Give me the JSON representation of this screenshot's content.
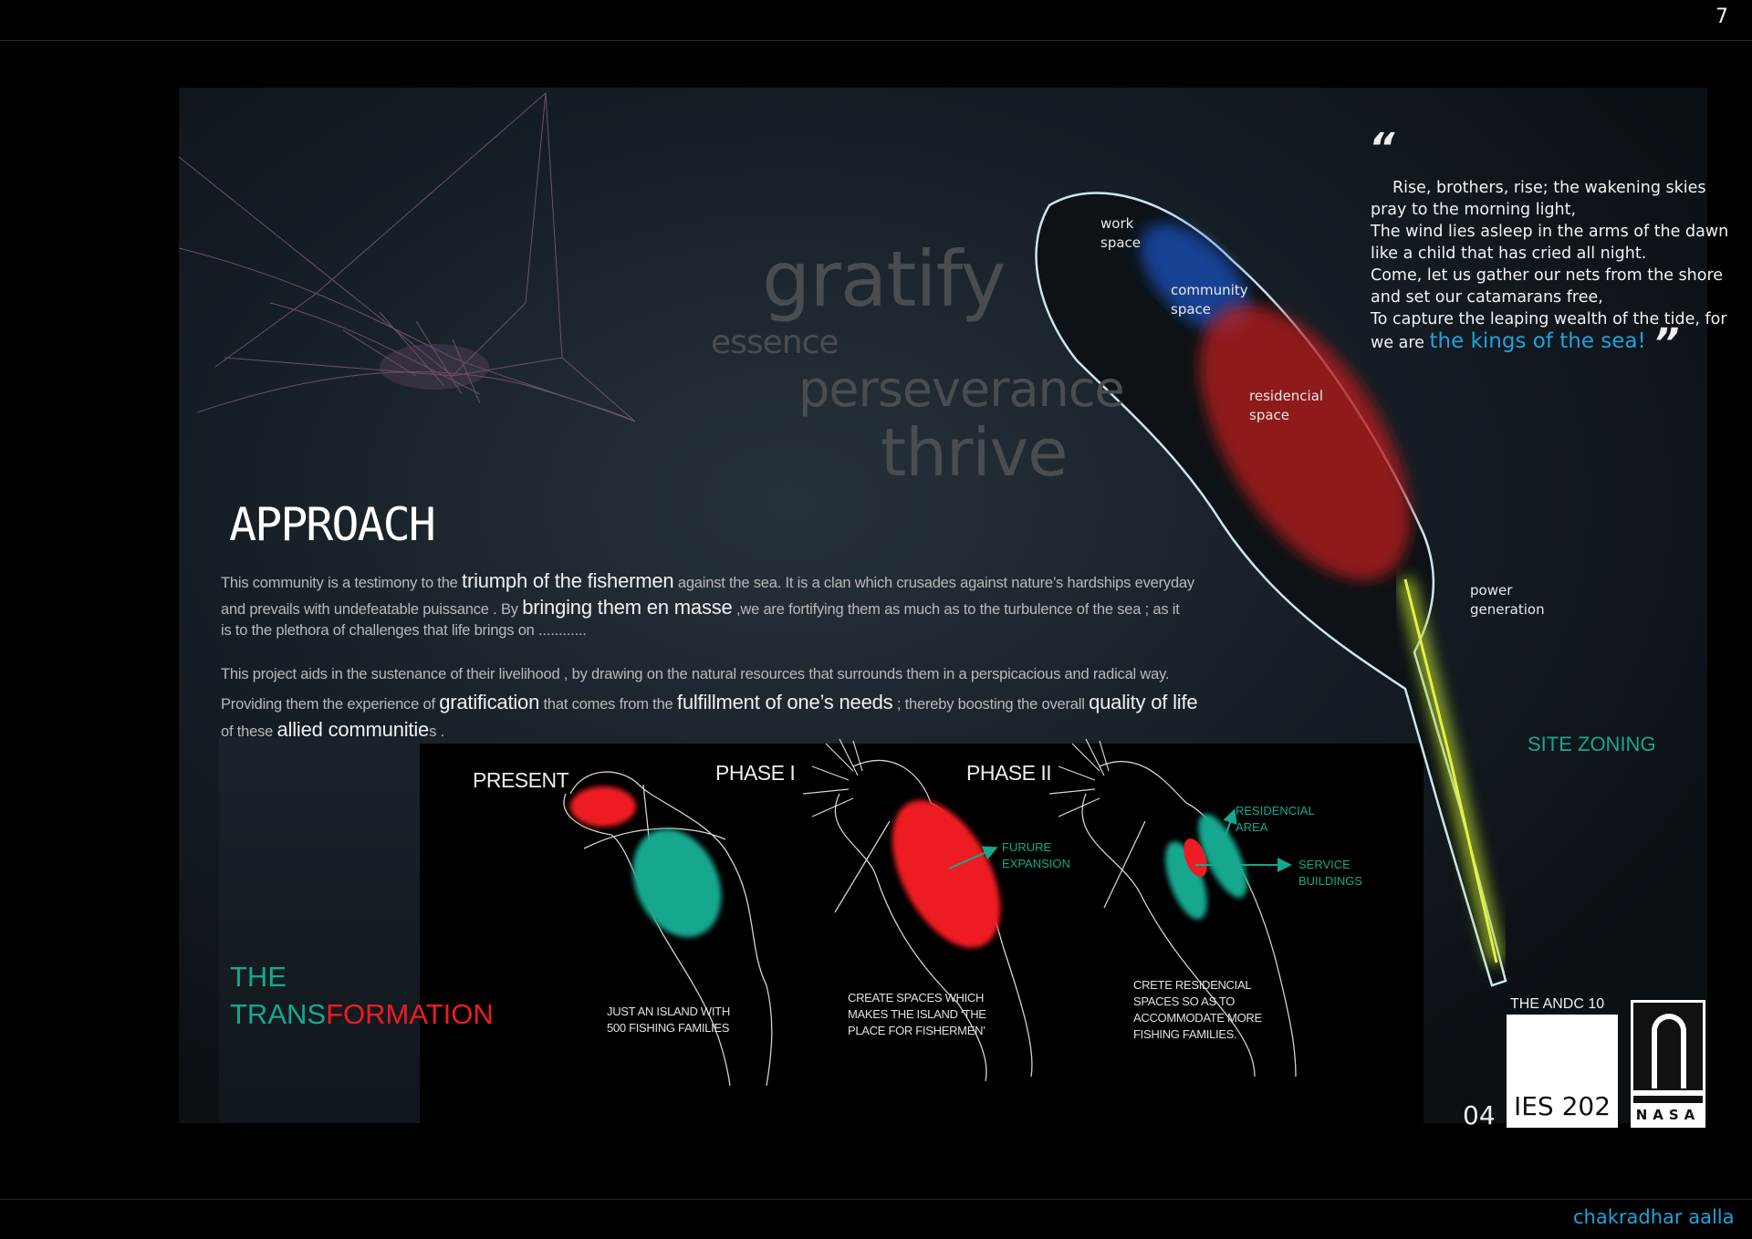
{
  "page_number": "7",
  "keywords": {
    "gratify": "gratify",
    "essence": "essence",
    "perseverance": "perseverance",
    "thrive": "thrive"
  },
  "approach_title": "APPROACH",
  "paragraph1": {
    "l1a": "This community is a testimony to the ",
    "l1b": "triumph of the fishermen",
    "l1c": " against the sea.  It is a  clan which  crusades against  nature’s  hardships everyday",
    "l2a": "and  prevails  with  undefeatable puissance  .  By  ",
    "l2b": "bringing them en masse",
    "l2c": "  ,we are fortifying them as much as to the turbulence of  the sea   ; as it",
    "l3": "is to the plethora of challenges  that life brings on ............"
  },
  "paragraph2": {
    "l1": "This project  aids in the  sustenance  of their livelihood , by  drawing on the  natural resources  that  surrounds them in a perspicacious and radical way.",
    "l2a": "Providing them the experience of ",
    "l2b": "gratification",
    "l2c": " that comes from the ",
    "l2d": "fulfillment of  one’s needs",
    "l2e": " ; thereby  boosting the overall ",
    "l2f": "quality of life",
    "l3a": "of these ",
    "l3b": "allied communitie",
    "l3c": "s ."
  },
  "phases": [
    {
      "title": "PRESENT",
      "caption": [
        "JUST AN ISLAND WITH",
        "500 FISHING FAMILIES"
      ]
    },
    {
      "title": "PHASE I",
      "caption": [
        "CREATE SPACES WHICH",
        "MAKES THE ISLAND ‘THE",
        "PLACE FOR FISHERMEN’"
      ],
      "annotation": [
        "FURURE",
        "EXPANSION"
      ]
    },
    {
      "title": "PHASE II",
      "caption": [
        "CRETE RESIDENCIAL",
        "SPACES SO AS TO",
        "ACCOMMODATE MORE",
        "FISHING FAMILIES."
      ],
      "annotation1": [
        "RESIDENCIAL",
        "AREA"
      ],
      "annotation2": [
        "SERVICE",
        "BUILDINGS"
      ]
    }
  ],
  "transformation": {
    "the": "THE",
    "trans": "TRANS",
    "formation": "FORMATION"
  },
  "site_zoning": "SITE ZONING",
  "zones": {
    "work": [
      "work",
      "space"
    ],
    "community": [
      "community",
      "space"
    ],
    "residencial": [
      "residencial",
      "space"
    ],
    "power": [
      "power",
      "generation"
    ]
  },
  "quote": {
    "open_mark": "“",
    "lines": [
      "Rise, brothers, rise; the wakening skies",
      "pray to the morning light,",
      "The wind lies asleep in the arms of the dawn",
      "like a child that has cried all night.",
      "Come, let us gather our nets from the shore",
      "and set our catamarans free,",
      "To capture the leaping wealth of the tide, for"
    ],
    "last_prefix": "we are ",
    "last_highlight": "the kings of the sea!",
    "close_mark": "”"
  },
  "badges": {
    "andc": "THE ANDC 10",
    "sheet": "04",
    "ies": "IES 202",
    "nasa": "NASA"
  },
  "author": "chakradhar aalla",
  "colors": {
    "accent_blue": "#1fa3dc",
    "teal": "#16a88f",
    "red": "#ee1c24"
  }
}
